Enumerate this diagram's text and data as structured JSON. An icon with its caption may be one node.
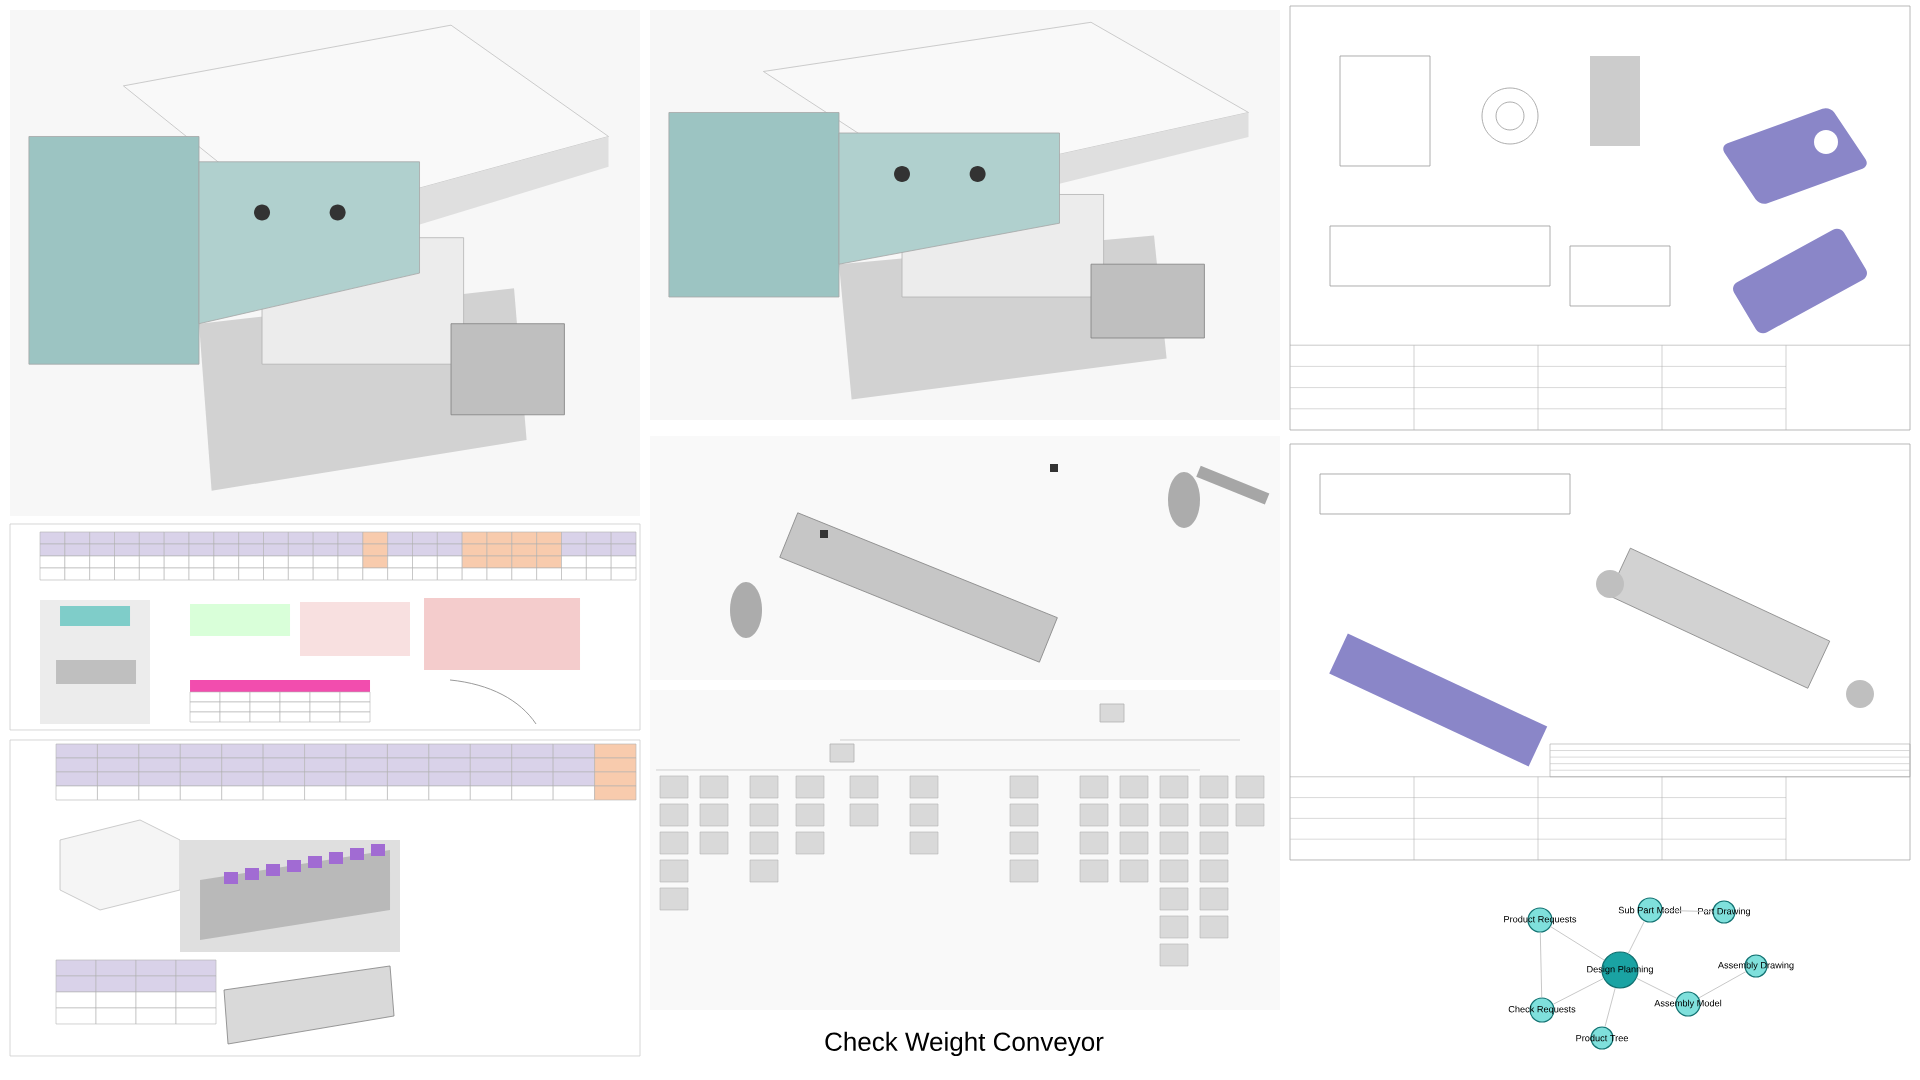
{
  "diagram": {
    "caption": "Check Weight Conveyor",
    "nodes": [
      {
        "text": [
          "Product Requests"
        ]
      },
      {
        "text": [
          "Sub Part Model"
        ]
      },
      {
        "text": [
          "Part Drawing"
        ]
      },
      {
        "text": [
          "Design Planning"
        ]
      },
      {
        "text": [
          "Assembly Drawing"
        ]
      },
      {
        "text": [
          "Assembly Model"
        ]
      },
      {
        "text": [
          "Check Requests"
        ]
      },
      {
        "text": [
          "Product Tree"
        ]
      }
    ],
    "edges": [
      {
        "from": 0,
        "to": 3,
        "arrow": "none"
      },
      {
        "from": 0,
        "to": 6,
        "arrow": "none"
      },
      {
        "from": 6,
        "to": 3,
        "arrow": "none"
      },
      {
        "from": 3,
        "to": 1,
        "arrow": "none"
      },
      {
        "from": 1,
        "to": 2,
        "arrow": "none"
      },
      {
        "from": 3,
        "to": 7,
        "arrow": "none"
      },
      {
        "from": 3,
        "to": 5,
        "arrow": "none"
      },
      {
        "from": 5,
        "to": 4,
        "arrow": "none"
      }
    ]
  }
}
